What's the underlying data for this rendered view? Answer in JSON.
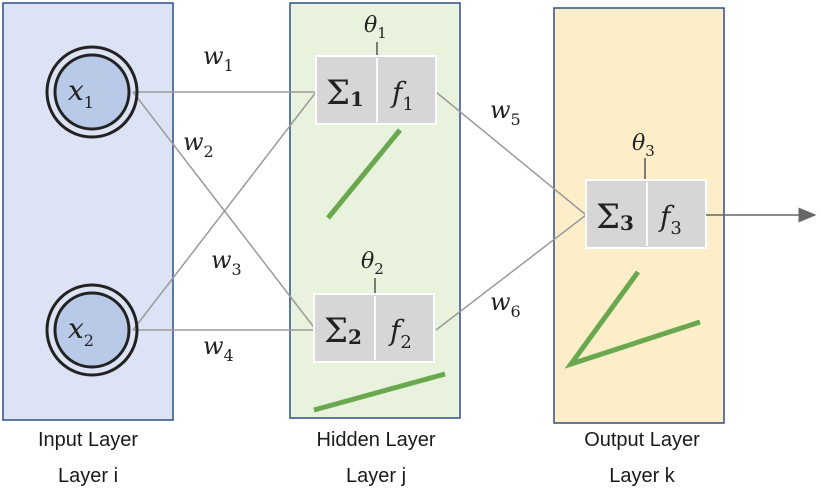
{
  "layers": {
    "input": {
      "title": "Input Layer",
      "subtitle": "Layer i",
      "fill": "#dbe3f4",
      "stroke": "#2f4f8a"
    },
    "hidden": {
      "title": "Hidden Layer",
      "subtitle": "Layer j",
      "fill": "#e8f2dc",
      "stroke": "#2f4f8a"
    },
    "output": {
      "title": "Output Layer",
      "subtitle": "Layer k",
      "fill": "#fbeec8",
      "stroke": "#2f4f8a"
    }
  },
  "inputs": [
    {
      "var": "x",
      "sub": "1"
    },
    {
      "var": "x",
      "sub": "2"
    }
  ],
  "weights": [
    {
      "var": "w",
      "sub": "1"
    },
    {
      "var": "w",
      "sub": "2"
    },
    {
      "var": "w",
      "sub": "3"
    },
    {
      "var": "w",
      "sub": "4"
    },
    {
      "var": "w",
      "sub": "5"
    },
    {
      "var": "w",
      "sub": "6"
    }
  ],
  "neurons": [
    {
      "sum": "Σ",
      "sum_sub": "1",
      "f": "f",
      "f_sub": "1",
      "bias": "θ",
      "bias_sub": "1"
    },
    {
      "sum": "Σ",
      "sum_sub": "2",
      "f": "f",
      "f_sub": "2",
      "bias": "θ",
      "bias_sub": "2"
    },
    {
      "sum": "Σ",
      "sum_sub": "3",
      "f": "f",
      "f_sub": "3",
      "bias": "θ",
      "bias_sub": "3"
    }
  ],
  "colors": {
    "node_fill": "#b9c9e8",
    "neuron_fill": "#d6d6d6",
    "activation_line": "#6aa84f",
    "edge": "#9a9a9a"
  }
}
